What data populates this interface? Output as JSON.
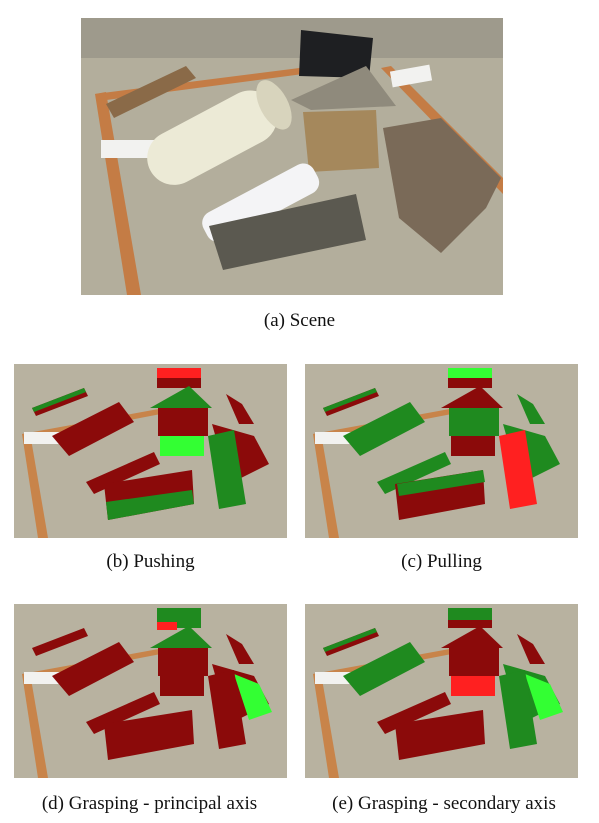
{
  "figure": {
    "panels": [
      {
        "id": "a",
        "caption": "(a)  Scene"
      },
      {
        "id": "b",
        "caption": "(b)  Pushing"
      },
      {
        "id": "c",
        "caption": "(c)  Pulling"
      },
      {
        "id": "d",
        "caption": "(d)  Grasping - principal axis"
      },
      {
        "id": "e",
        "caption": "(e)  Grasping - secondary axis"
      }
    ]
  },
  "colors": {
    "floor": "#b8b2a0",
    "tape": "#c8844a",
    "dark_red": "#8b0a0a",
    "green": "#1f8a1f",
    "bright_green": "#33ff33",
    "bright_red": "#ff2020"
  }
}
